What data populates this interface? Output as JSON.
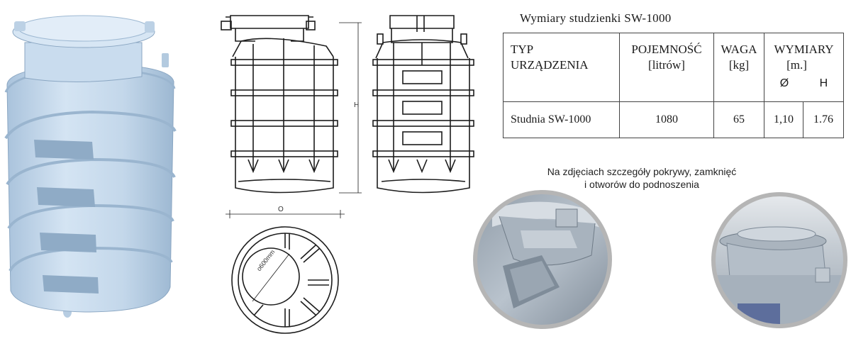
{
  "spec": {
    "title": "Wymiary studzienki SW-1000",
    "col_type_l1": "TYP",
    "col_type_l2": "URZĄDZENIA",
    "col_capacity_l1": "POJEMNOŚĆ",
    "col_capacity_l2": "[litrów]",
    "col_weight_l1": "WAGA",
    "col_weight_l2": "[kg]",
    "col_dims_l1": "WYMIARY",
    "col_dims_l2": "[m.]",
    "col_dia": "Ø",
    "col_h": "H",
    "row": {
      "type": "Studnia SW-1000",
      "capacity": "1080",
      "weight": "65",
      "dia": "1,10",
      "h": "1.76"
    }
  },
  "drawing": {
    "height_label": "H",
    "top_view_label": "O",
    "inner_dia_label": "o600mm"
  },
  "caption": {
    "line1": "Na zdjęciach szczegóły pokrywy, zamknięć",
    "line2": "i otworów do podnoszenia"
  },
  "colors": {
    "tank_blue": "#c5d9ec",
    "tank_shadow": "#9fbad3",
    "drawing_line": "#1c1c1c",
    "photo_ring": "#a9a9a9"
  }
}
